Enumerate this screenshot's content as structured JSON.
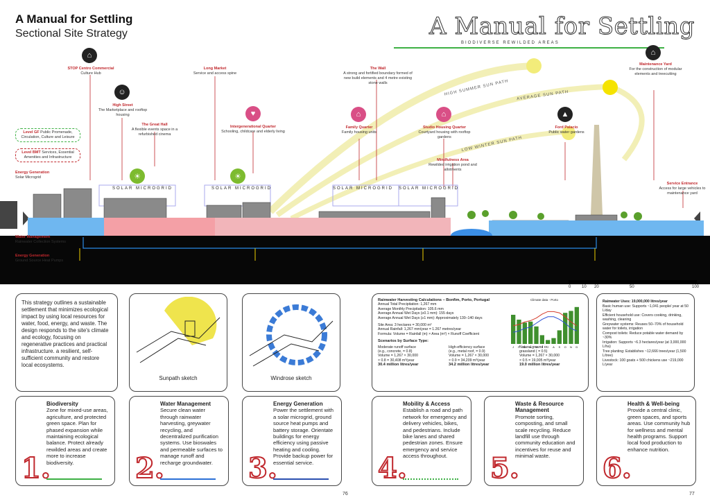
{
  "header": {
    "title": "A Manual for Settling",
    "subtitle": "Sectional Site Strategy",
    "display_title": "A Manual for Settling",
    "biodiverse": "BIODIVERSE REWILDED AREAS"
  },
  "section": {
    "labels": [
      {
        "title": "STOP Centro Commercial",
        "text": "Culture Hub"
      },
      {
        "title": "Long Market",
        "text": "Service and access spine"
      },
      {
        "title": "The Wall",
        "text": "A strong and fortified boundary formed of new build elements and 4 metre existing stone walls"
      },
      {
        "title": "Maintenance Yard",
        "text": "For the construction of modular elements and treecutting"
      },
      {
        "title": "High Street",
        "text": "The Marketplace and rooftop housing"
      },
      {
        "title": "The Great Hall",
        "text": "A flexible events space in a refurbished cinema"
      },
      {
        "title": "Intergenerational Quarter",
        "text": "Schooling, childcare and elderly living"
      },
      {
        "title": "Family Quarter",
        "text": "Family housing units"
      },
      {
        "title": "Studio Housing Quarter",
        "text": "Courtyard housing with rooftop gardens"
      },
      {
        "title": "Ford Palacio",
        "text": "Public water gardens"
      },
      {
        "title": "Mindfulness Area",
        "text": "Rewilded irrigation pond and allotments"
      },
      {
        "title": "Service Entrance",
        "text": "Access for large vehicles to maintenance yard"
      }
    ],
    "level_gf": {
      "title": "Level GF",
      "text": "Public Promenade, Circulation, Culture and Leisure"
    },
    "level_bmt": {
      "title": "Level BMT",
      "text": "Services, Essential Amenities and Infrastructure"
    },
    "energy_top": {
      "title": "Energy Generation",
      "text": "Solar Microgrid"
    },
    "water": {
      "title": "Water Management",
      "text": "Rainwater Collection Systems"
    },
    "energy_bottom": {
      "title": "Energy Generation",
      "text": "Ground Source Heat Pumps"
    },
    "microgrid": "SOLAR MICROGRID",
    "sun_high": "HIGH SUMMER SUN PATH",
    "sun_avg": "AVERAGE SUN PATH",
    "sun_low": "LOW WINTER SUN PATH",
    "scale": [
      "0",
      "10",
      "20",
      "50",
      "100"
    ]
  },
  "intro": "This strategy outlines a sustainable settlement that minimizes ecological impact by using local resources for water, food, energy, and waste. The design responds to the site's climate and ecology, focusing on regenerative practices and practical infrastructure. a resilient, self-sufficient community and restore local ecosystems.",
  "sketches": {
    "sunpath": "Sunpath sketch",
    "windrose": "Windrose sketch"
  },
  "rain": {
    "title": "Rainwater Harvesting Calculations – Bonfim, Porto, Portugal",
    "lines": [
      "Annual Total Precipitation: 1,267 mm",
      "Average Monthly Precipitation: 105.6 mm",
      "Average Annual Wet Days (≥0.1 mm): 155 days",
      "Average Annual Wet Days (≥1 mm): Approximately 130–140 days"
    ],
    "lines2": [
      "Site Area: 3 hectares = 30,000 m²",
      "Annual Rainfall: 1,267 mm/year = 1.267 metres/year",
      "Formula: Volume = Rainfall (m) × Area (m²) × Runoff Coefficient"
    ],
    "scen_title": "Scenarios by Surface Type:",
    "scenarios": [
      {
        "l1": "Moderate runoff surface",
        "l2": "(e.g., concrete, = 0.8)",
        "l3": "Volume = 1,267 × 30,000",
        "l4": "× 0.8 = 30,408 m³/year",
        "res": "30.4 million litres/year"
      },
      {
        "l1": "High-efficiency surface",
        "l2": "(e.g., metal roof, = 0.9)",
        "l3": "Volume = 1,267 × 30,000",
        "l4": "× 0.9 = 34,209 m³/year",
        "res": "34.2 million litres/year"
      },
      {
        "l1": "Natural ground or",
        "l2": "grassland ( = 0.5)",
        "l3": "Volume = 1,267 × 30,000",
        "l4": "× 0.5 = 19,005 m³/year",
        "res": "19.0 million litres/year"
      }
    ],
    "chart_title": "Climate data - Porto"
  },
  "chart_data": {
    "type": "bar",
    "title": "Climate data - Porto",
    "categories": [
      "J",
      "F",
      "M",
      "A",
      "M",
      "J",
      "J",
      "A",
      "S",
      "O",
      "N",
      "D"
    ],
    "series": [
      {
        "values": [
          150,
          125,
          110,
          115,
          90,
          45,
          20,
          30,
          70,
          160,
          170,
          190
        ]
      },
      {
        "values": [
          9,
          10,
          12,
          13,
          16,
          19,
          21,
          21,
          19,
          16,
          12,
          10
        ]
      },
      {
        "values": [
          14,
          15,
          17,
          18,
          20,
          23,
          25,
          25,
          24,
          21,
          17,
          14
        ]
      }
    ],
    "ylim": [
      0,
      200
    ]
  },
  "uses": {
    "title": "Rainwater Uses: 19,000,000 litres/year",
    "lines": [
      "Basic human use: Supports ~1,041 people/ year at 50 L/day",
      "Efficient household use: Covers cooking, drinking, washing, cleaning",
      "Greywater systems: Reuses 50–70% of household water for toilets, irrigation",
      "Compost toilets: Reduce potable water demand by ~30%",
      "Irrigation: Supports ~6.3 hectares/year (at 3,000,000 L/ha)",
      "Tree planting: Establishes ~12,666 trees/year (1,500 L/tree)",
      "Livestock: 100 goats + 500 chickens use ~219,000 L/year"
    ]
  },
  "cards": [
    {
      "num": "1.",
      "title": "Biodiversity",
      "text": "Zone for mixed-use areas, agriculture, and protected green space. Plan for phased expansion while maintaining ecological balance. Protect already rewilded areas and create more to increase biodiversity.",
      "color": "#3cb043"
    },
    {
      "num": "2.",
      "title": "Water Management",
      "text": "Secure clean water through rainwater harvesting, greywater recycling, and decentralized purification systems. Use bioswales and permeable surfaces to manage runoff and recharge groundwater.",
      "color": "#2a6fd6"
    },
    {
      "num": "3.",
      "title": "Energy Generation",
      "text": "Power the settlement with a solar microgrid, ground source heat pumps and battery storage. Orientate buildings for energy efficiency using passive heating and cooling. Provide backup power for essential service.",
      "color": "#2a4fb0"
    },
    {
      "num": "4.",
      "title": "Mobility & Access",
      "text": "Establish a road and path network for emergency and delivery vehicles, bikes, and pedestrians. Include bike lanes and shared pedestrian zones. Ensure emergency and service access throughout.",
      "color": "#3cb043"
    },
    {
      "num": "5.",
      "title": "Waste & Resource Management",
      "text": "Promote sorting, composting, and small scale recycling. Reduce landfill use through community education and incentives for reuse and minimal waste.",
      "color": "#3cb043"
    },
    {
      "num": "6.",
      "title": "Health & Well-being",
      "text": "Provide a central clinic, green spaces, and sports areas. Use community hub for wellness and mental health programs. Support local food production to enhance nutrition.",
      "color": "#3cb043"
    }
  ],
  "pages": {
    "left": "76",
    "right": "77"
  }
}
